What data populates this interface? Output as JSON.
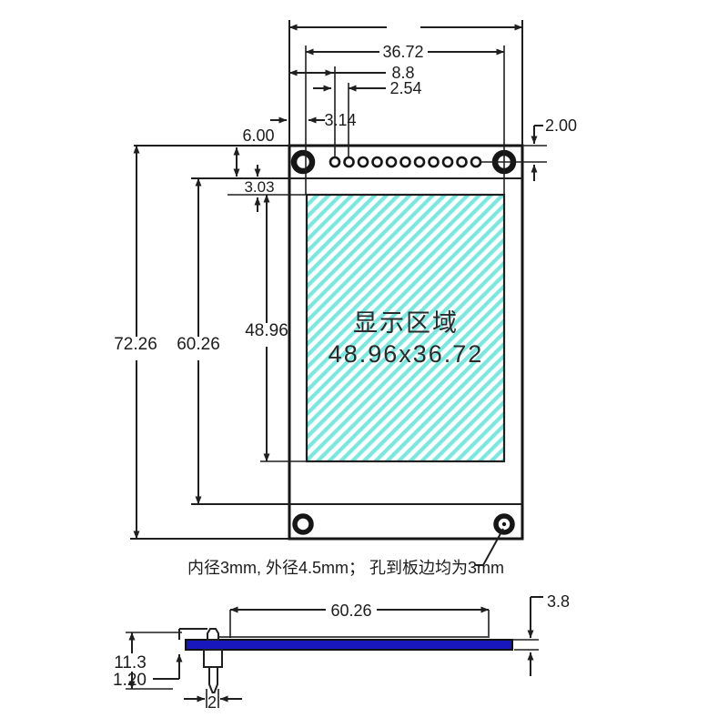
{
  "diagram": {
    "title_semantics": "LCD module mechanical dimension drawing",
    "top_view": {
      "display_area": {
        "label_line1": "显示区域",
        "label_line2": "48.96x36.72"
      },
      "pin_count": 11,
      "dimensions": {
        "display_width": "36.72",
        "pin_row_offset": "8.8",
        "pin_pitch": "2.54",
        "edge_to_display": "3.14",
        "top_margin": "6.00",
        "display_top_margin": "3.03",
        "hole_center_offset": "2.00",
        "board_height": "72.26",
        "glass_height": "60.26",
        "display_height": "48.96"
      },
      "note": "内径3mm, 外径4.5mm； 孔到板边均为3mm"
    },
    "side_view": {
      "dimensions": {
        "glass_length": "60.26",
        "module_thickness": "3.8",
        "pin_total_height": "11.3",
        "pcb_thickness": "1.20",
        "pin_width": "2"
      }
    },
    "colors": {
      "line": "#1f1f1f",
      "hatch_stripe": "#79e8de",
      "pcb_blue": "#1717bd"
    }
  }
}
